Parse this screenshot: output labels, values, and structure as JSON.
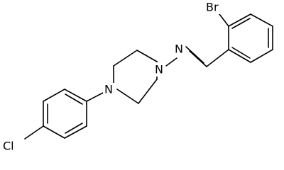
{
  "structure": {
    "atom_labels": {
      "bromine": "Br",
      "imine_nitrogen": "N",
      "piperazine_nitrogen_top": "N",
      "piperazine_nitrogen_bottom": "N",
      "chlorine": "Cl"
    }
  },
  "colors": {
    "bond": "#000000",
    "label": "#000000",
    "background": "#ffffff"
  }
}
